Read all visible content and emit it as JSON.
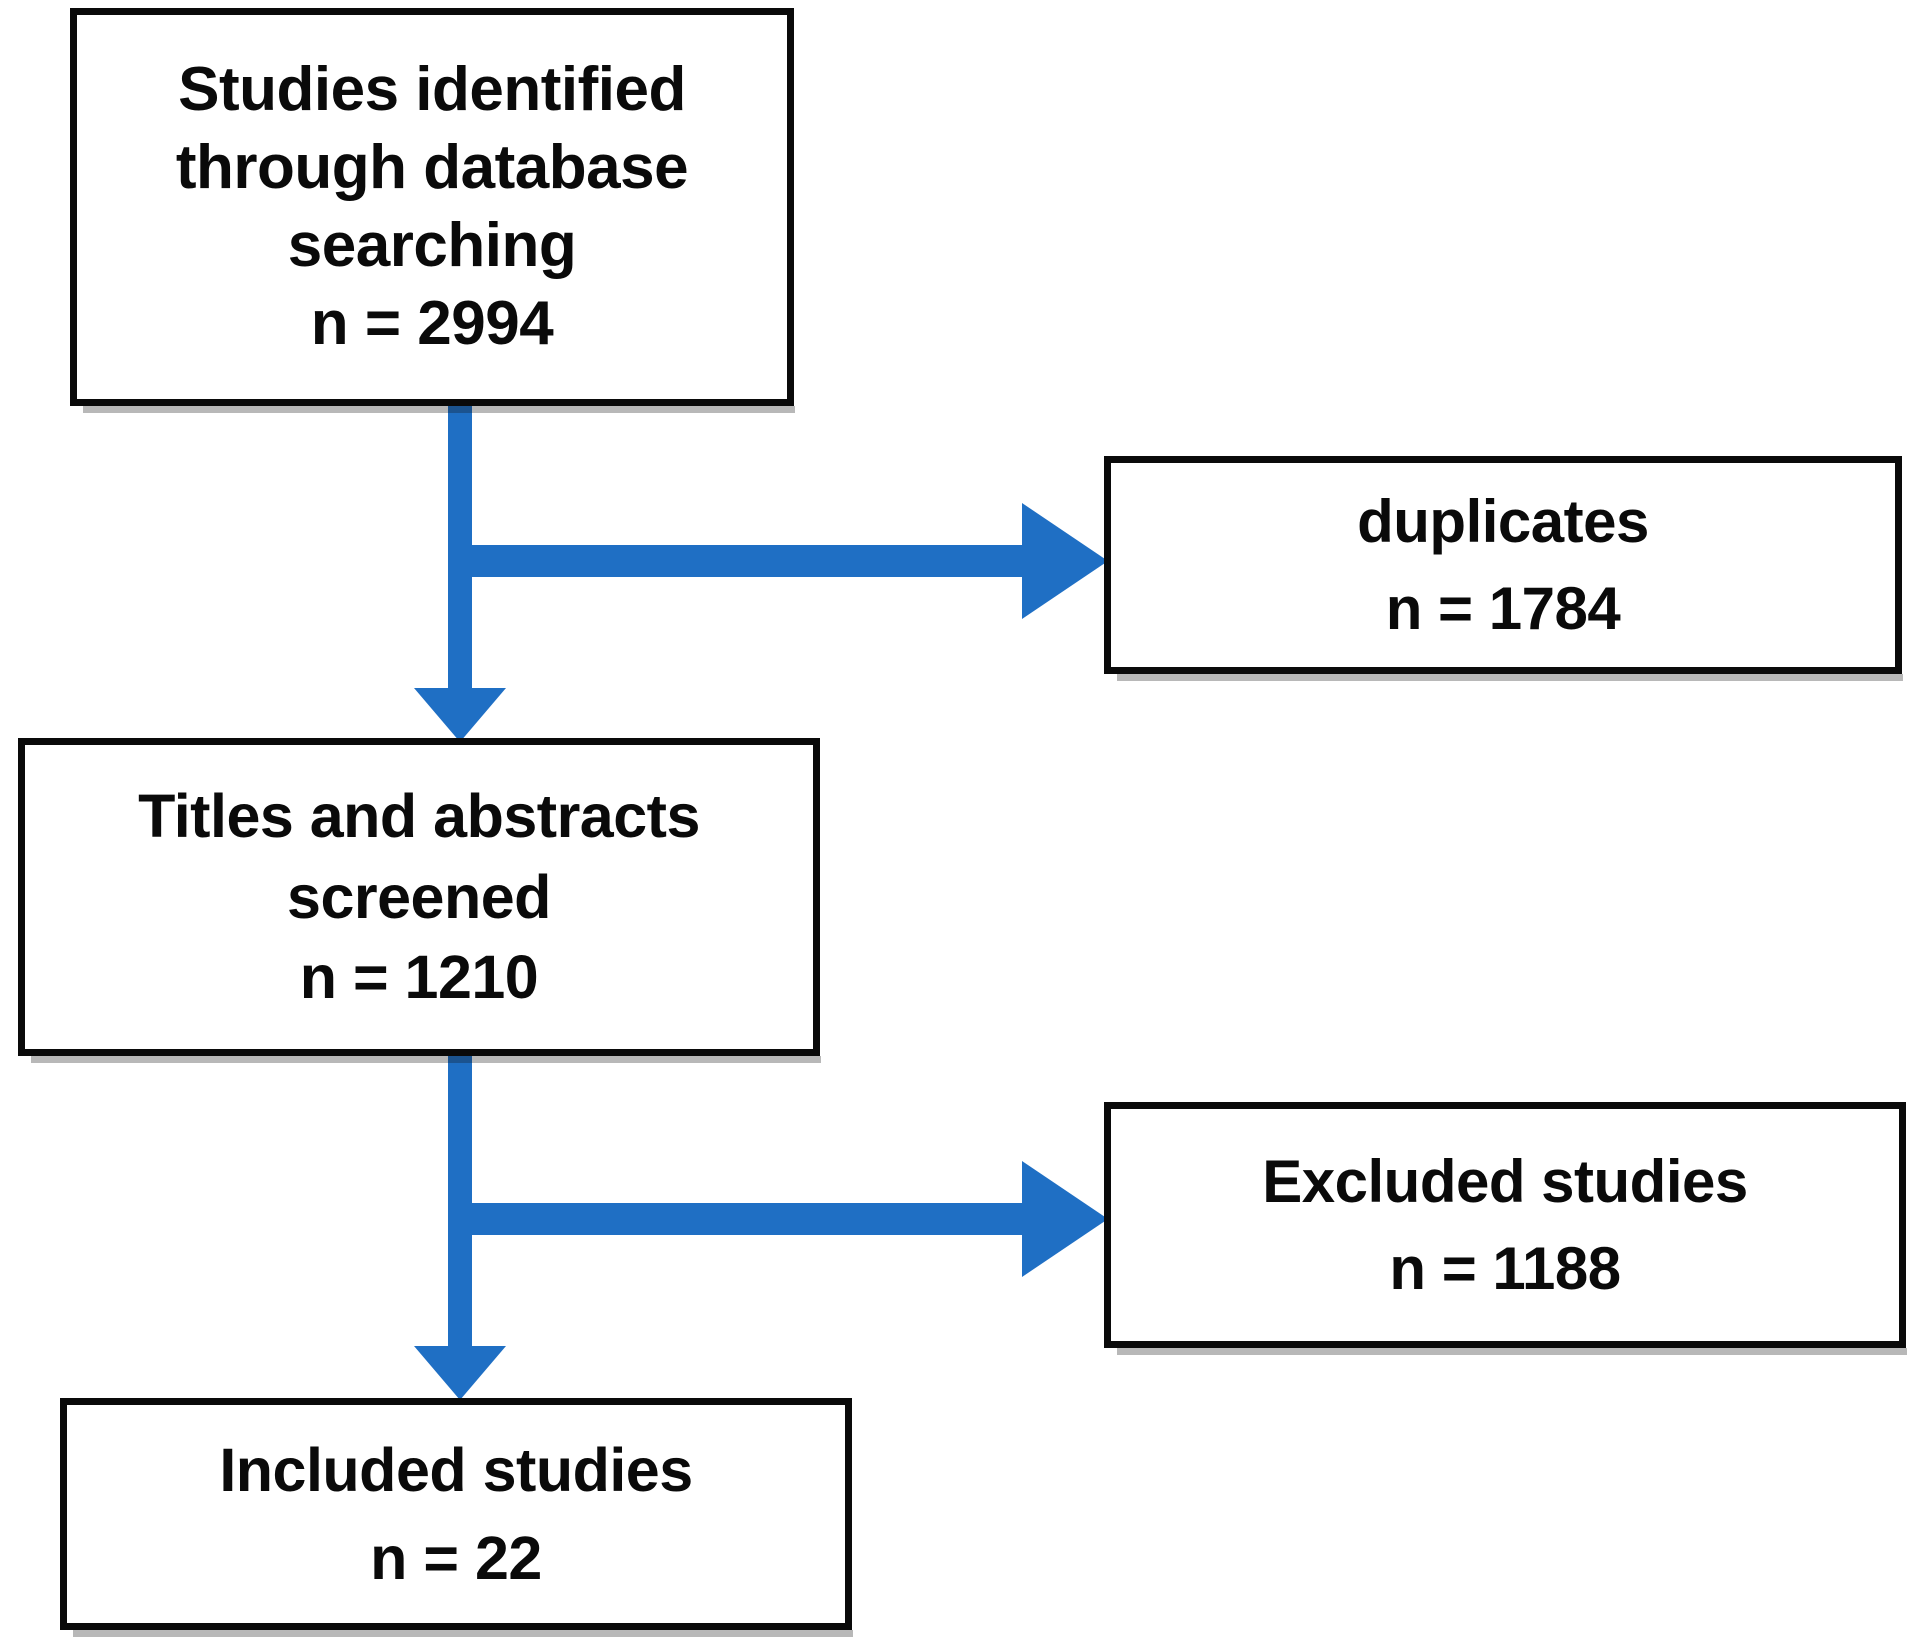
{
  "diagram": {
    "type": "prisma-flow-diagram",
    "accent_color": "#1F6FC4",
    "box_border_color": "#0A0A0A",
    "background_color": "#FFFFFF",
    "nodes": [
      {
        "id": "identified",
        "name": "studies-identified-box",
        "lines": [
          "Studies identified",
          "through database",
          "searching",
          "n = 2994"
        ],
        "label": "Studies identified through database searching",
        "count_label": "n = 2994",
        "count": 2994
      },
      {
        "id": "duplicates",
        "name": "duplicates-box",
        "lines": [
          "duplicates",
          "n = 1784"
        ],
        "label": "duplicates",
        "count_label": "n = 1784",
        "count": 1784
      },
      {
        "id": "screened",
        "name": "titles-abstracts-screened-box",
        "lines": [
          "Titles and abstracts",
          "screened",
          "n = 1210"
        ],
        "label": "Titles and abstracts screened",
        "count_label": "n = 1210",
        "count": 1210
      },
      {
        "id": "excluded",
        "name": "excluded-studies-box",
        "lines": [
          "Excluded studies",
          "n = 1188"
        ],
        "label": "Excluded studies",
        "count_label": "n = 1188",
        "count": 1188
      },
      {
        "id": "included",
        "name": "included-studies-box",
        "lines": [
          "Included studies",
          "n = 22"
        ],
        "label": "Included studies",
        "count_label": "n = 22",
        "count": 22
      }
    ],
    "edges": [
      {
        "id": "identified-to-screened",
        "from": "identified",
        "to": "screened",
        "direction": "down"
      },
      {
        "id": "identified-to-duplicates",
        "from": "identified",
        "to": "duplicates",
        "direction": "right"
      },
      {
        "id": "screened-to-included",
        "from": "screened",
        "to": "included",
        "direction": "down"
      },
      {
        "id": "screened-to-excluded",
        "from": "screened",
        "to": "excluded",
        "direction": "right"
      }
    ]
  }
}
